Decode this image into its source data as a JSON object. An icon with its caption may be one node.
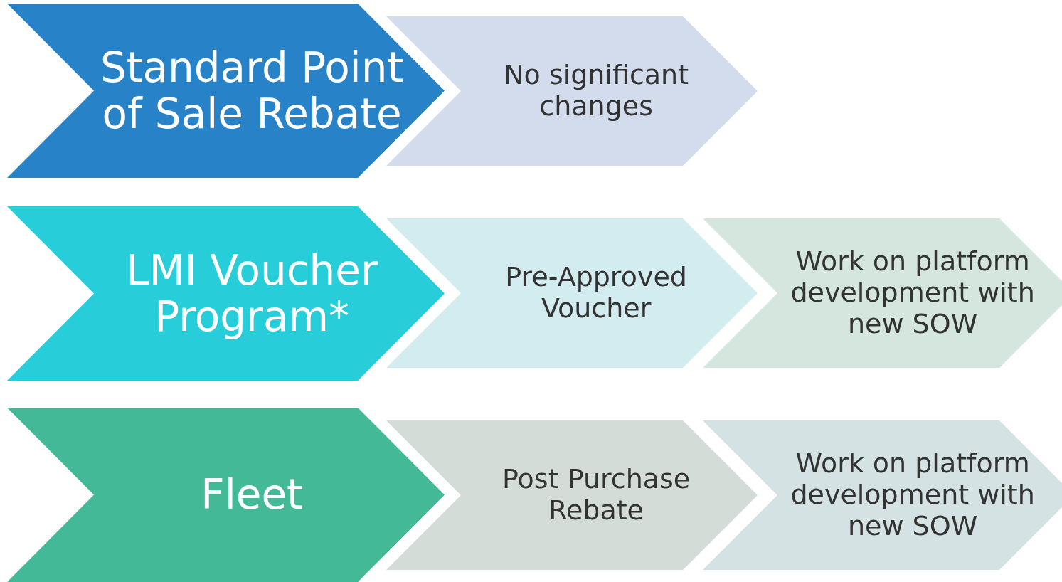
{
  "diagram": {
    "nodes": [
      {
        "text": [
          "Standard Point of Sale Rebate"
        ]
      },
      {
        "text": [
          "No significant changes"
        ]
      },
      {
        "text": [
          "LMI Voucher Program*"
        ]
      },
      {
        "text": [
          "Pre-Approved Voucher"
        ]
      },
      {
        "text": [
          "Work on platform development with new SOW"
        ]
      },
      {
        "text": [
          "Fleet"
        ]
      },
      {
        "text": [
          "Post Purchase Rebate"
        ]
      },
      {
        "text": [
          "Work on platform development with new SOW"
        ]
      }
    ]
  }
}
